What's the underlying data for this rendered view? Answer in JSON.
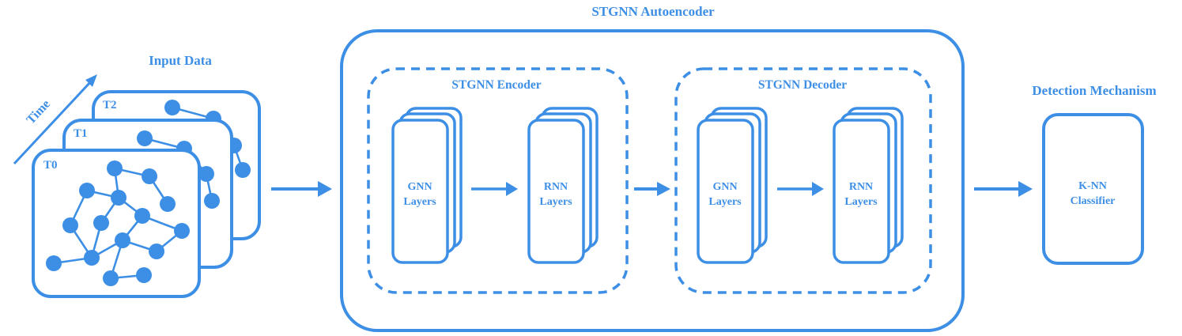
{
  "input": {
    "title": "Input Data",
    "time_label": "Time",
    "frames": [
      "T2",
      "T1",
      "T0"
    ]
  },
  "autoencoder": {
    "title": "STGNN Autoencoder",
    "encoder": {
      "title": "STGNN Encoder",
      "gnn": [
        "GNN",
        "Layers"
      ],
      "rnn": [
        "RNN",
        "Layers"
      ]
    },
    "decoder": {
      "title": "STGNN Decoder",
      "gnn": [
        "GNN",
        "Layers"
      ],
      "rnn": [
        "RNN",
        "Layers"
      ]
    }
  },
  "detection": {
    "title": "Detection Mechanism",
    "classifier": [
      "K-NN",
      "Classifier"
    ]
  },
  "colors": {
    "accent": "#3d8fe6",
    "background": "#ffffff"
  }
}
